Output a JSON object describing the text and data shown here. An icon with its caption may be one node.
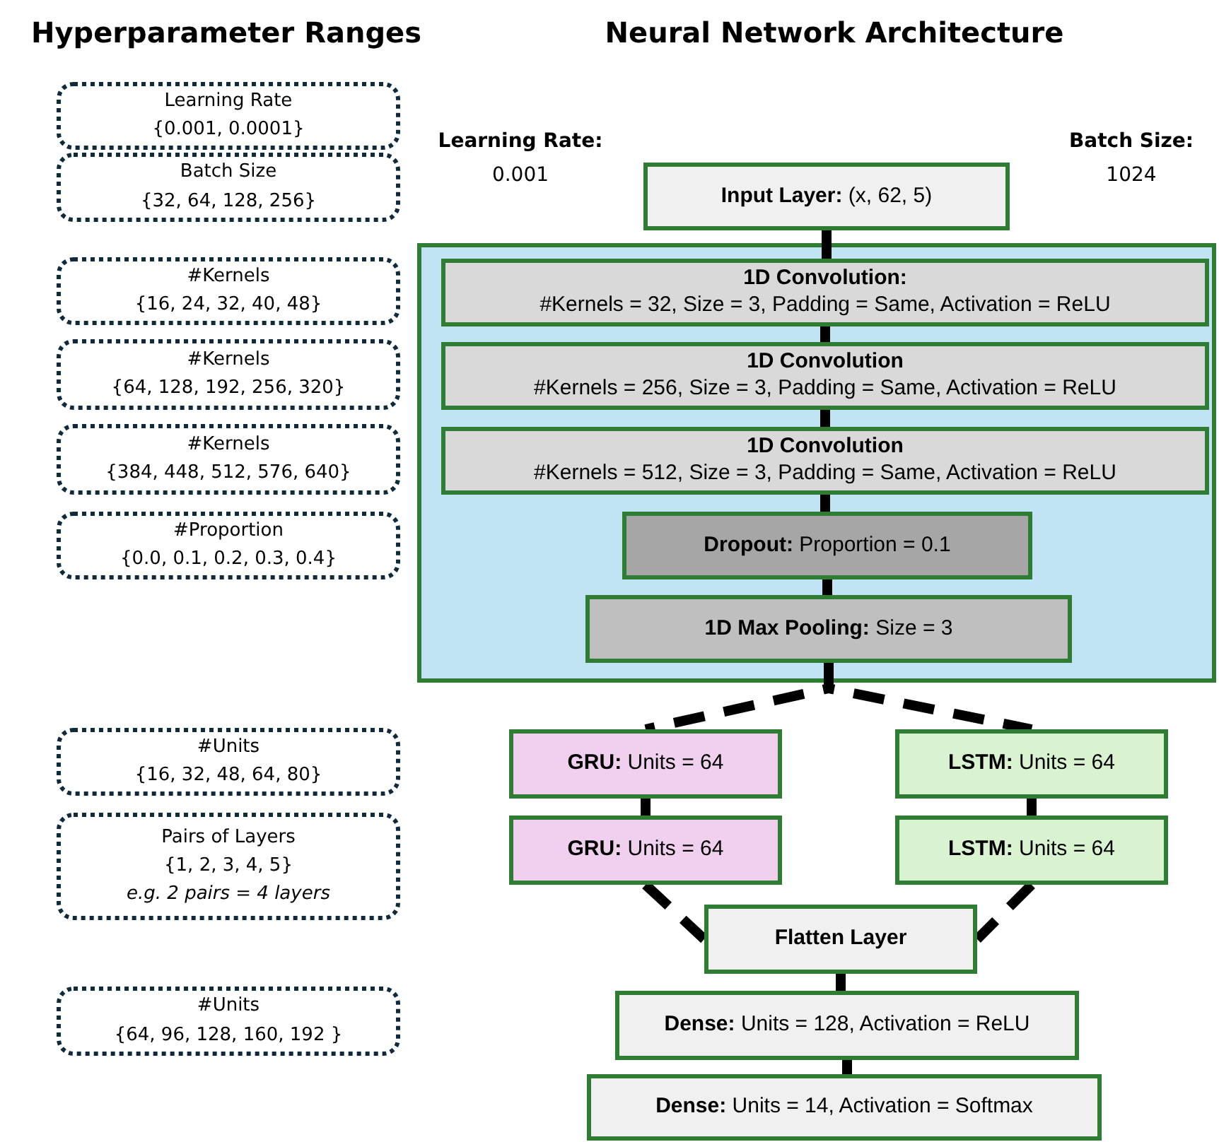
{
  "diagram": {
    "nodes": [
      {
        "text": [
          "Learning Rate",
          "{0.001, 0.0001}"
        ]
      },
      {
        "text": [
          "Batch Size",
          "{32, 64, 128, 256}"
        ]
      },
      {
        "text": [
          "#Kernels",
          "{16, 24, 32, 40, 48}"
        ]
      },
      {
        "text": [
          "#Kernels",
          "{64, 128, 192, 256, 320}"
        ]
      },
      {
        "text": [
          "#Kernels",
          "{384, 448, 512, 576, 640}"
        ]
      },
      {
        "text": [
          "#Proportion",
          "{0.0, 0.1, 0.2, 0.3, 0.4}"
        ]
      },
      {
        "text": [
          "#Units",
          "{16, 32, 48, 64, 80}"
        ]
      },
      {
        "text": [
          "Pairs of Layers",
          "{1, 2, 3, 4, 5}",
          "*e.g. 2 pairs = 4 layers*"
        ]
      },
      {
        "text": [
          "#Units",
          "{64, 96, 128, 160, 192 }"
        ]
      },
      {
        "text": [
          "**Input Layer:** (x, 62, 5)"
        ]
      },
      {
        "text": [],
        "shape": "box"
      },
      {
        "text": [
          "1D Convolution:",
          "#Kernels = 32, Size = 3, Padding = Same, Activation = ReLU"
        ],
        "in": 10
      },
      {
        "text": [
          "1D Convolution",
          "#Kernels = 256, Size = 3, Padding = Same, Activation = ReLU"
        ],
        "in": 10
      },
      {
        "text": [
          "1D Convolution",
          "#Kernels = 512, Size = 3, Padding = Same, Activation = ReLU"
        ],
        "in": 10
      },
      {
        "text": [
          "**Dropout:** Proportion = 0.1"
        ],
        "in": 10
      },
      {
        "text": [
          "**1D Max Pooling:** Size = 3"
        ],
        "in": 10
      },
      {
        "text": [
          "**GRU:** Units = 64"
        ]
      },
      {
        "text": [
          "**LSTM:** Units = 64"
        ]
      },
      {
        "text": [
          "**GRU:** Units = 64"
        ]
      },
      {
        "text": [
          "**LSTM:** Units = 64"
        ]
      },
      {
        "text": [
          "Flatten Layer"
        ]
      },
      {
        "text": [
          "**Dense:** Units = 128, Activation = ReLU"
        ]
      },
      {
        "text": [
          "**Dense:** Units = 14, Activation = Softmax"
        ]
      }
    ],
    "edges": [
      {
        "from": 9,
        "to": 11,
        "arrow": "none"
      },
      {
        "from": 11,
        "to": 12,
        "arrow": "none"
      },
      {
        "from": 12,
        "to": 13,
        "arrow": "none"
      },
      {
        "from": 13,
        "to": 14,
        "arrow": "none"
      },
      {
        "from": 14,
        "to": 15,
        "arrow": "none"
      },
      {
        "from": 15,
        "to": 16,
        "arrow": "none",
        "style": "dashed"
      },
      {
        "from": 15,
        "to": 17,
        "arrow": "none",
        "style": "dashed"
      },
      {
        "from": 16,
        "to": 18,
        "arrow": "none"
      },
      {
        "from": 17,
        "to": 19,
        "arrow": "none"
      },
      {
        "from": 18,
        "to": 20,
        "arrow": "none",
        "style": "dashed"
      },
      {
        "from": 19,
        "to": 20,
        "arrow": "none",
        "style": "dashed"
      },
      {
        "from": 20,
        "to": 21,
        "arrow": "none"
      },
      {
        "from": 21,
        "to": 22,
        "arrow": "none"
      }
    ],
    "labels": [
      "Hyperparameter Ranges",
      "Neural Network Architecture",
      "Learning Rate:",
      "0.001",
      "Batch Size:",
      "1024"
    ]
  }
}
